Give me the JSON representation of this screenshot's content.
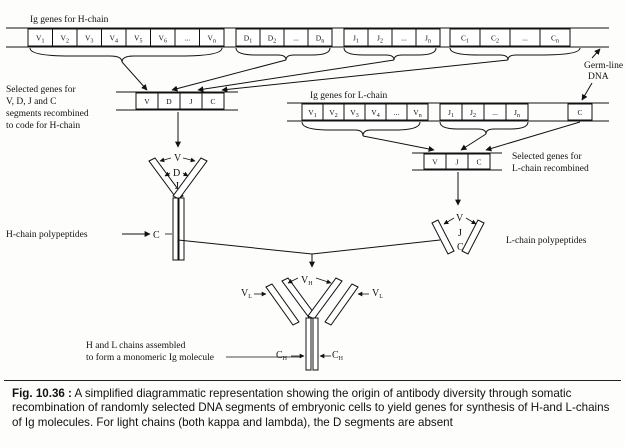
{
  "labels": {
    "h_chain_genes": "Ig genes for H-chain",
    "germ_line": "Germ-line",
    "dna": "DNA",
    "selected_h_1": "Selected genes for",
    "selected_h_2": "V, D, J and C",
    "selected_h_3": "segments recombined",
    "selected_h_4": "to code for H-chain",
    "l_chain_genes": "Ig genes for L-chain",
    "selected_l_1": "Selected genes for",
    "selected_l_2": "L-chain recombined",
    "h_polypeptides": "H-chain polypeptides",
    "l_polypeptides": "L-chain polypeptides",
    "assembled_1": "H and L chains assembled",
    "assembled_2": "to form a monomeric Ig molecule"
  },
  "h_chain_dna": {
    "v_segments": [
      "V1",
      "V2",
      "V3",
      "V4",
      "V5",
      "V6",
      "...",
      "Vn"
    ],
    "d_segments": [
      "D1",
      "D2",
      "...",
      "Dn"
    ],
    "j_segments": [
      "J1",
      "J2",
      "...",
      "Jn"
    ],
    "c_segments": [
      "C1",
      "C2",
      "...",
      "Cn"
    ]
  },
  "h_selected": [
    "V",
    "D",
    "J",
    "C"
  ],
  "l_chain_dna": {
    "v_segments": [
      "V1",
      "V2",
      "V3",
      "V4",
      "...",
      "Vn"
    ],
    "j_segments": [
      "J1",
      "J2",
      "...",
      "Jn"
    ],
    "c_segments": [
      "C"
    ]
  },
  "l_selected": [
    "V",
    "J",
    "C"
  ],
  "antibody_labels": {
    "v": "V",
    "d": "D",
    "j": "J",
    "c": "C",
    "vl": "V",
    "vl_sub": "L",
    "vh": "V",
    "vh_sub": "H",
    "ch": "C",
    "ch_sub": "H"
  },
  "caption": {
    "fig_label": "Fig. 10.36 :",
    "text": "A simplified diagrammatic representation showing the origin of antibody diversity through somatic recombination of randomly selected DNA segments of embryonic cells to yield genes for synthesis of H-and L-chains of Ig molecules. For light chains (both kappa and lambda), the D segments are absent"
  }
}
